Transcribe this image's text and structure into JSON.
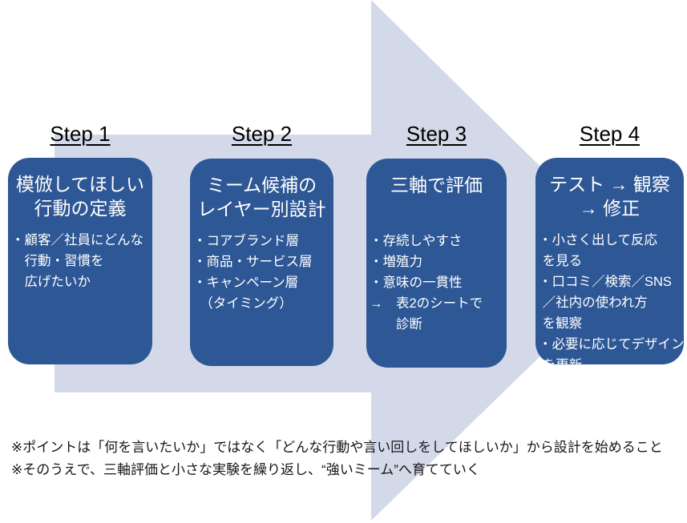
{
  "colors": {
    "arrow": "#d4d9e9",
    "box": "#2e5795",
    "box_text": "#ffffff",
    "label_text": "#000000",
    "footer_text": "#161616"
  },
  "steps": [
    {
      "label": "Step 1",
      "title_lines": [
        "模倣してほしい",
        "行動の定義"
      ],
      "bullet_lines": [
        "・顧客／社員にどんな",
        "　行動・習慣を",
        "　広げたいか"
      ]
    },
    {
      "label": "Step 2",
      "title_lines": [
        "ミーム候補の",
        "レイヤー別設計"
      ],
      "bullet_lines": [
        "・コアブランド層",
        "・商品・サービス層",
        "・キャンペーン層",
        "　（タイミング）"
      ]
    },
    {
      "label": "Step 3",
      "title_lines": [
        "三軸で評価"
      ],
      "bullet_lines": [
        "・存続しやすさ",
        "・増殖力",
        "・意味の一貫性",
        "→　表2のシートで",
        "　　診断"
      ]
    },
    {
      "label": "Step 4",
      "title_lines": [
        "テスト → 観察",
        "→ 修正"
      ],
      "bullet_lines": [
        "・小さく出して反応",
        " を見る",
        "・口コミ／検索／SNS",
        " ／社内の使われ方",
        " を観察",
        "・必要に応じてデザイン",
        " を更新"
      ]
    }
  ],
  "footer": {
    "lines": [
      "※ポイントは「何を言いたいか」ではなく「どんな行動や言い回しをしてほしいか」から設計を始めること",
      "※そのうえで、三軸評価と小さな実験を繰り返し、“強いミーム”へ育てていく"
    ]
  }
}
